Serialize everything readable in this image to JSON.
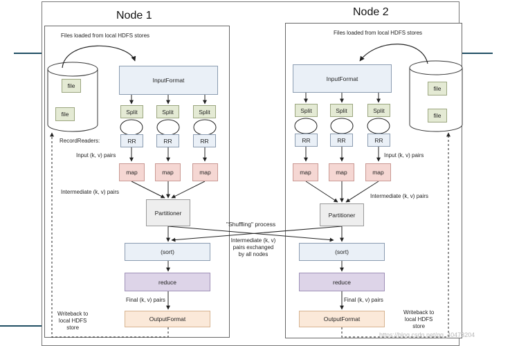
{
  "node1": {
    "title": "Node 1",
    "files_loaded": "Files loaded from local HDFS stores",
    "input_format": "InputFormat",
    "split": "Split",
    "rr": "RR",
    "map": "map",
    "record_readers": "RecordReaders:",
    "input_pairs": "Input (k, v) pairs",
    "intermediate_pairs": "Intermediate (k, v) pairs",
    "partitioner": "Partitioner",
    "sort": "(sort)",
    "reduce": "reduce",
    "final_pairs": "Final (k, v) pairs",
    "output_format": "OutputFormat",
    "writeback": [
      "Writeback to",
      "local HDFS",
      "store"
    ],
    "file": "file"
  },
  "node2": {
    "title": "Node 2",
    "files_loaded": "Files loaded from local HDFS stores",
    "input_format": "InputFormat",
    "split": "Split",
    "rr": "RR",
    "map": "map",
    "input_pairs": "Input (k, v) pairs",
    "intermediate_pairs": "Intermediate (k, v) pairs",
    "partitioner": "Partitioner",
    "sort": "(sort)",
    "reduce": "reduce",
    "final_pairs": "Final (k, v) pairs",
    "output_format": "OutputFormat",
    "writeback": [
      "Writeback to",
      "local HDFS",
      "store"
    ],
    "file": "file"
  },
  "shuffle": {
    "title": "\"Shuffling\" process",
    "desc": [
      "Intermediate (k, v)",
      "pairs exchanged",
      "by all nodes"
    ]
  },
  "watermark": "https://blog.csdn.net/qq_40473204",
  "colors": {
    "input_format": "#eaf0f7",
    "split": "#e4ead4",
    "map": "#f5d7d3",
    "reduce": "#ddd4e8",
    "output": "#fbe9d9",
    "partitioner": "#eeeeee",
    "deco_line": "#1f4e63"
  }
}
